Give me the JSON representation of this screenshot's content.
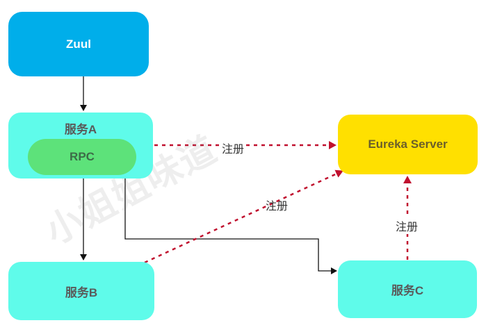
{
  "nodes": {
    "zuul": "Zuul",
    "service_a": "服务A",
    "rpc": "RPC",
    "eureka": "Eureka Server",
    "service_b": "服务B",
    "service_c": "服务C"
  },
  "edge_labels": {
    "a_to_eureka": "注册",
    "b_to_eureka": "注册",
    "c_to_eureka": "注册"
  },
  "watermark": "小姐姐味道",
  "colors": {
    "zuul": "#00aeea",
    "service": "#5ffbea",
    "rpc": "#5de27a",
    "eureka": "#ffe000",
    "register_arrow": "#c0102e",
    "call_arrow": "#111111"
  }
}
